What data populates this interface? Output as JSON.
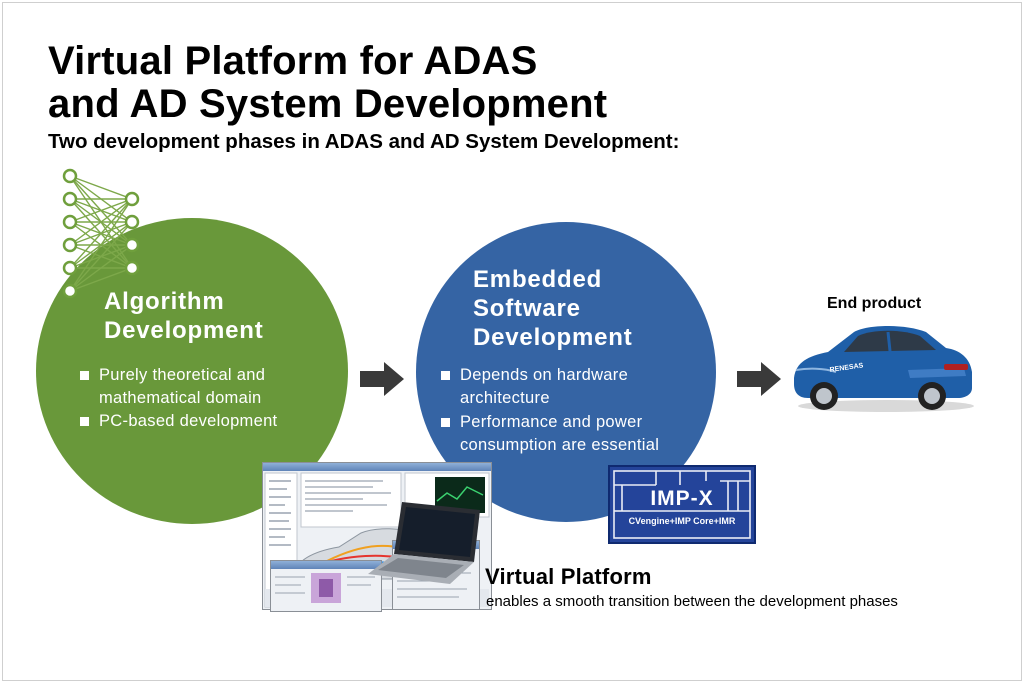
{
  "title": {
    "line1": "Virtual Platform for ADAS",
    "line2": "and AD System Development"
  },
  "subtitle": "Two development phases in ADAS and AD System Development:",
  "phase1": {
    "heading_line1": "Algorithm",
    "heading_line2": "Development",
    "bullets": [
      "Purely theoretical and",
      "mathematical domain",
      "PC-based development"
    ]
  },
  "phase2": {
    "heading_line1": "Embedded",
    "heading_line2": "Software",
    "heading_line3": "Development",
    "bullets": [
      "Depends on hardware",
      "architecture",
      "Performance and power",
      "consumption are essential"
    ]
  },
  "end_product": {
    "label": "End product",
    "car_text": "RENESAS"
  },
  "chip": {
    "name": "IMP-X",
    "subtitle": "CVengine+IMP Core+IMR"
  },
  "virtual_platform": {
    "title": "Virtual Platform",
    "description": "enables a smooth transition between the development phases"
  },
  "colors": {
    "green": "#69983a",
    "blue": "#3564a4",
    "arrow": "#3a3a3a",
    "car": "#1f5fa8"
  },
  "icons": [
    "neural-network-icon",
    "arrow-right-icon",
    "car-image",
    "chip-logo",
    "software-screenshots",
    "laptop-image"
  ]
}
